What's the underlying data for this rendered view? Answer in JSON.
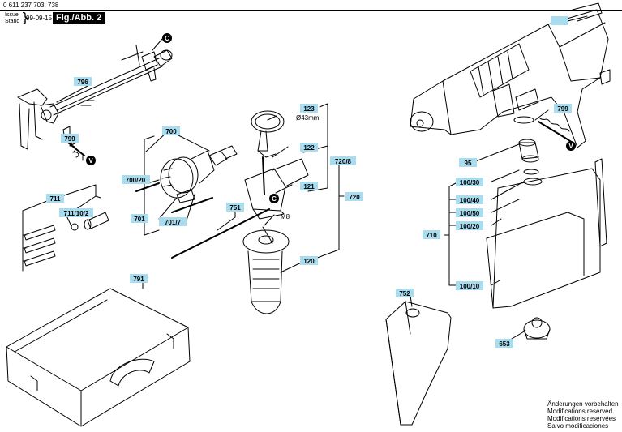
{
  "header": {
    "doc_number": "0 611 237 703; 738",
    "issue_label": "Issue",
    "stand_label": "Stand",
    "issue_date": "99-09-15",
    "figure_label": "Fig./Abb. 2"
  },
  "markers": {
    "c": "C",
    "v": "V"
  },
  "annotations": {
    "diameter": "Ø43mm",
    "m8": "M8"
  },
  "parts": {
    "p796": "796",
    "p799_left": "799",
    "p700": "700",
    "p700_20": "700/20",
    "p701": "701",
    "p701_7": "701/7",
    "p711": "711",
    "p711_10_2": "711/10/2",
    "p751": "751",
    "p123": "123",
    "p122": "122",
    "p121": "121",
    "p720_8": "720/8",
    "p720": "720",
    "p120": "120",
    "p791": "791",
    "p752": "752",
    "p653": "653",
    "p95": "95",
    "p799_right": "799",
    "p100_30": "100/30",
    "p100_40": "100/40",
    "p100_50": "100/50",
    "p100_20": "100/20",
    "p710": "710",
    "p100_10": "100/10"
  },
  "notice": {
    "line1": "Änderungen vorbehalten",
    "line2": "Modifications reserved",
    "line3": "Modifications resérvées",
    "line4": "Salvo modificaciones"
  },
  "colors": {
    "label_fill": "#a9dcef",
    "line": "#000000",
    "background": "#ffffff"
  }
}
